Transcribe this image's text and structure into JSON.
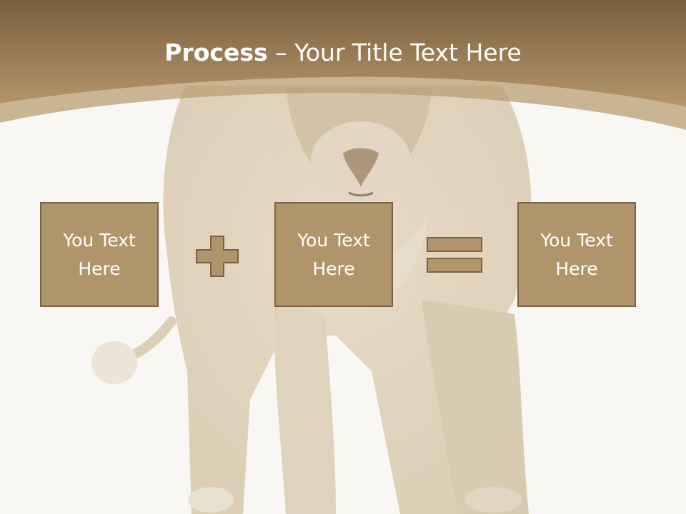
{
  "slide": {
    "title_bold": "Process",
    "title_rest": " – Your Title Text Here",
    "boxes": [
      {
        "line1": "You Text",
        "line2": "Here"
      },
      {
        "line1": "You Text",
        "line2": "Here"
      },
      {
        "line1": "You Text",
        "line2": "Here"
      }
    ],
    "operators": [
      "plus",
      "equals"
    ]
  },
  "colors": {
    "header_dark": "#7a5f3f",
    "header_light": "#b5976b",
    "box_fill": "#b0956c",
    "box_border": "#7a6247",
    "background": "#f9f7f4"
  }
}
